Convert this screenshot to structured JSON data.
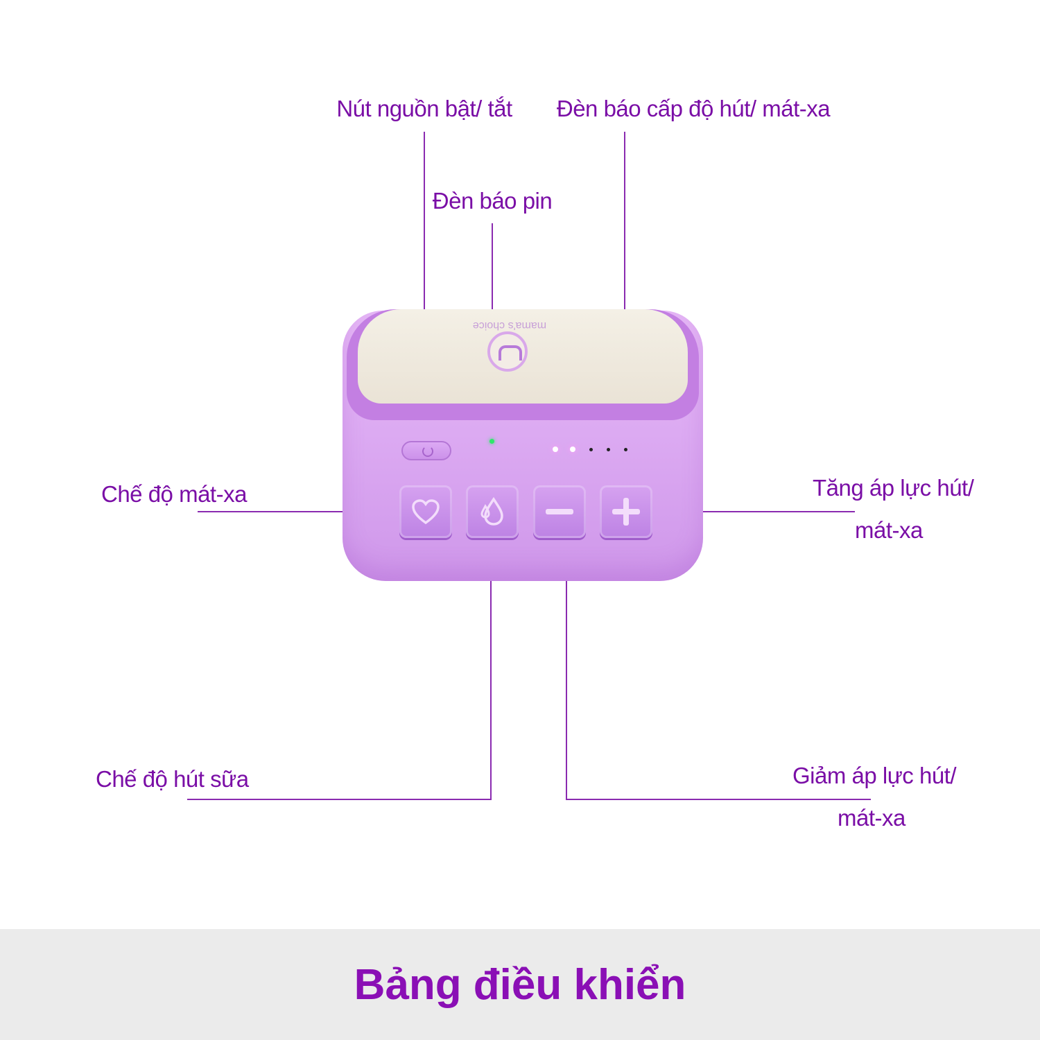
{
  "labels": {
    "power": "Nút nguồn bật/ tắt",
    "level_indicator": "Đèn báo cấp độ hút/ mát-xa",
    "battery": "Đèn báo pin",
    "massage_mode": "Chế độ mát-xa",
    "increase_line1": "Tăng áp lực hút/",
    "increase_line2": "mát-xa",
    "pump_mode": "Chế độ hút sữa",
    "decrease_line1": "Giảm áp lực hút/",
    "decrease_line2": "mát-xa"
  },
  "device": {
    "brand": "mama's choice",
    "buttons": {
      "massage_icon": "heart-icon",
      "pump_icon": "drop-icon",
      "minus_icon": "minus-icon",
      "plus_icon": "plus-icon"
    },
    "level_leds": {
      "lit": 2,
      "total": 5
    }
  },
  "footer": {
    "title": "Bảng điều khiển"
  },
  "colors": {
    "text": "#7a0ea6",
    "device": "#dcaaf2",
    "footer_bg": "#ebebeb",
    "title": "#8a0fb5"
  }
}
